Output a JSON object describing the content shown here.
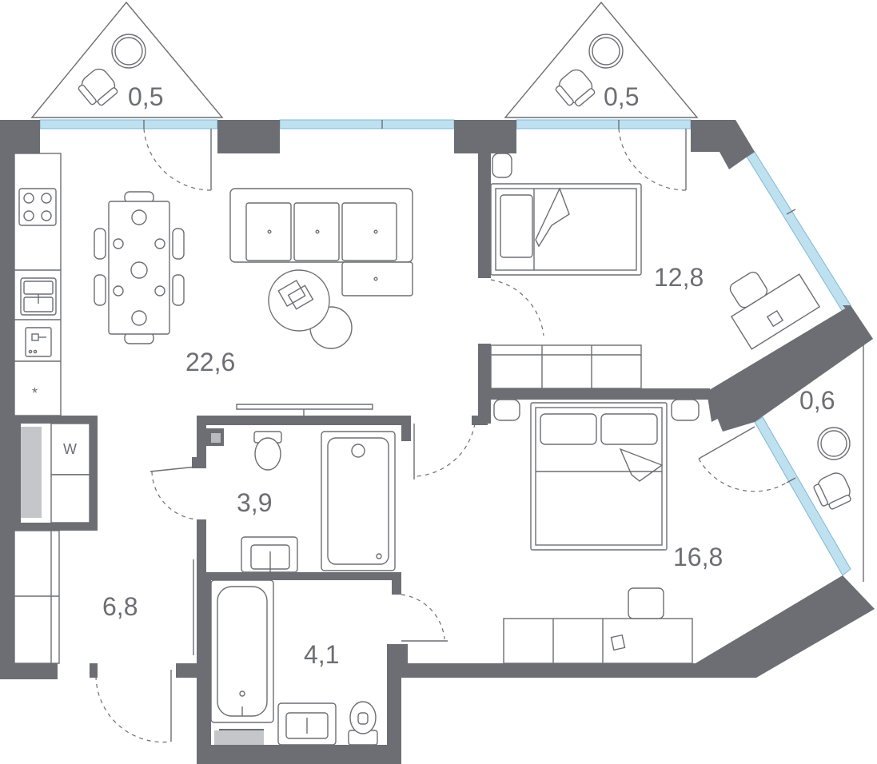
{
  "colors": {
    "wall": "#6d6e73",
    "glass": "#bfe0ef",
    "line": "#6d6e73"
  },
  "rooms": {
    "balcony_left": "0,5",
    "balcony_right": "0,5",
    "bedroom_small": "12,8",
    "living_kitchen": "22,6",
    "balcony_small": "0,6",
    "bathroom_upper": "3,9",
    "bedroom_large": "16,8",
    "hallway": "6,8",
    "bathroom_lower": "4,1"
  },
  "marks": {
    "washer": "W",
    "fridge": "*"
  },
  "icons": [
    "hob-icon",
    "sink-icon",
    "oven-icon",
    "washer-icon",
    "toilet-icon",
    "bathtub-icon",
    "armchair-icon",
    "table-icon"
  ]
}
